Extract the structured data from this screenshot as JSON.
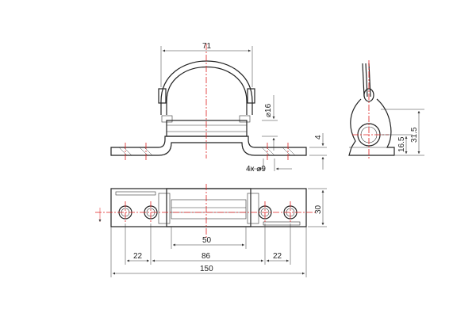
{
  "dimensions": {
    "width_top": "71",
    "tube_diameter": "⌀16",
    "plate_thickness": "4",
    "holes": "4x ⌀9",
    "side_total_height": "31.5",
    "side_center_height": "16.5",
    "slot_width": "50",
    "inner_width": "86",
    "edge_left": "22",
    "edge_right": "22",
    "overall_length": "150",
    "plate_height": "30"
  },
  "colors": {
    "line": "#222222",
    "centerline": "#e02020"
  }
}
